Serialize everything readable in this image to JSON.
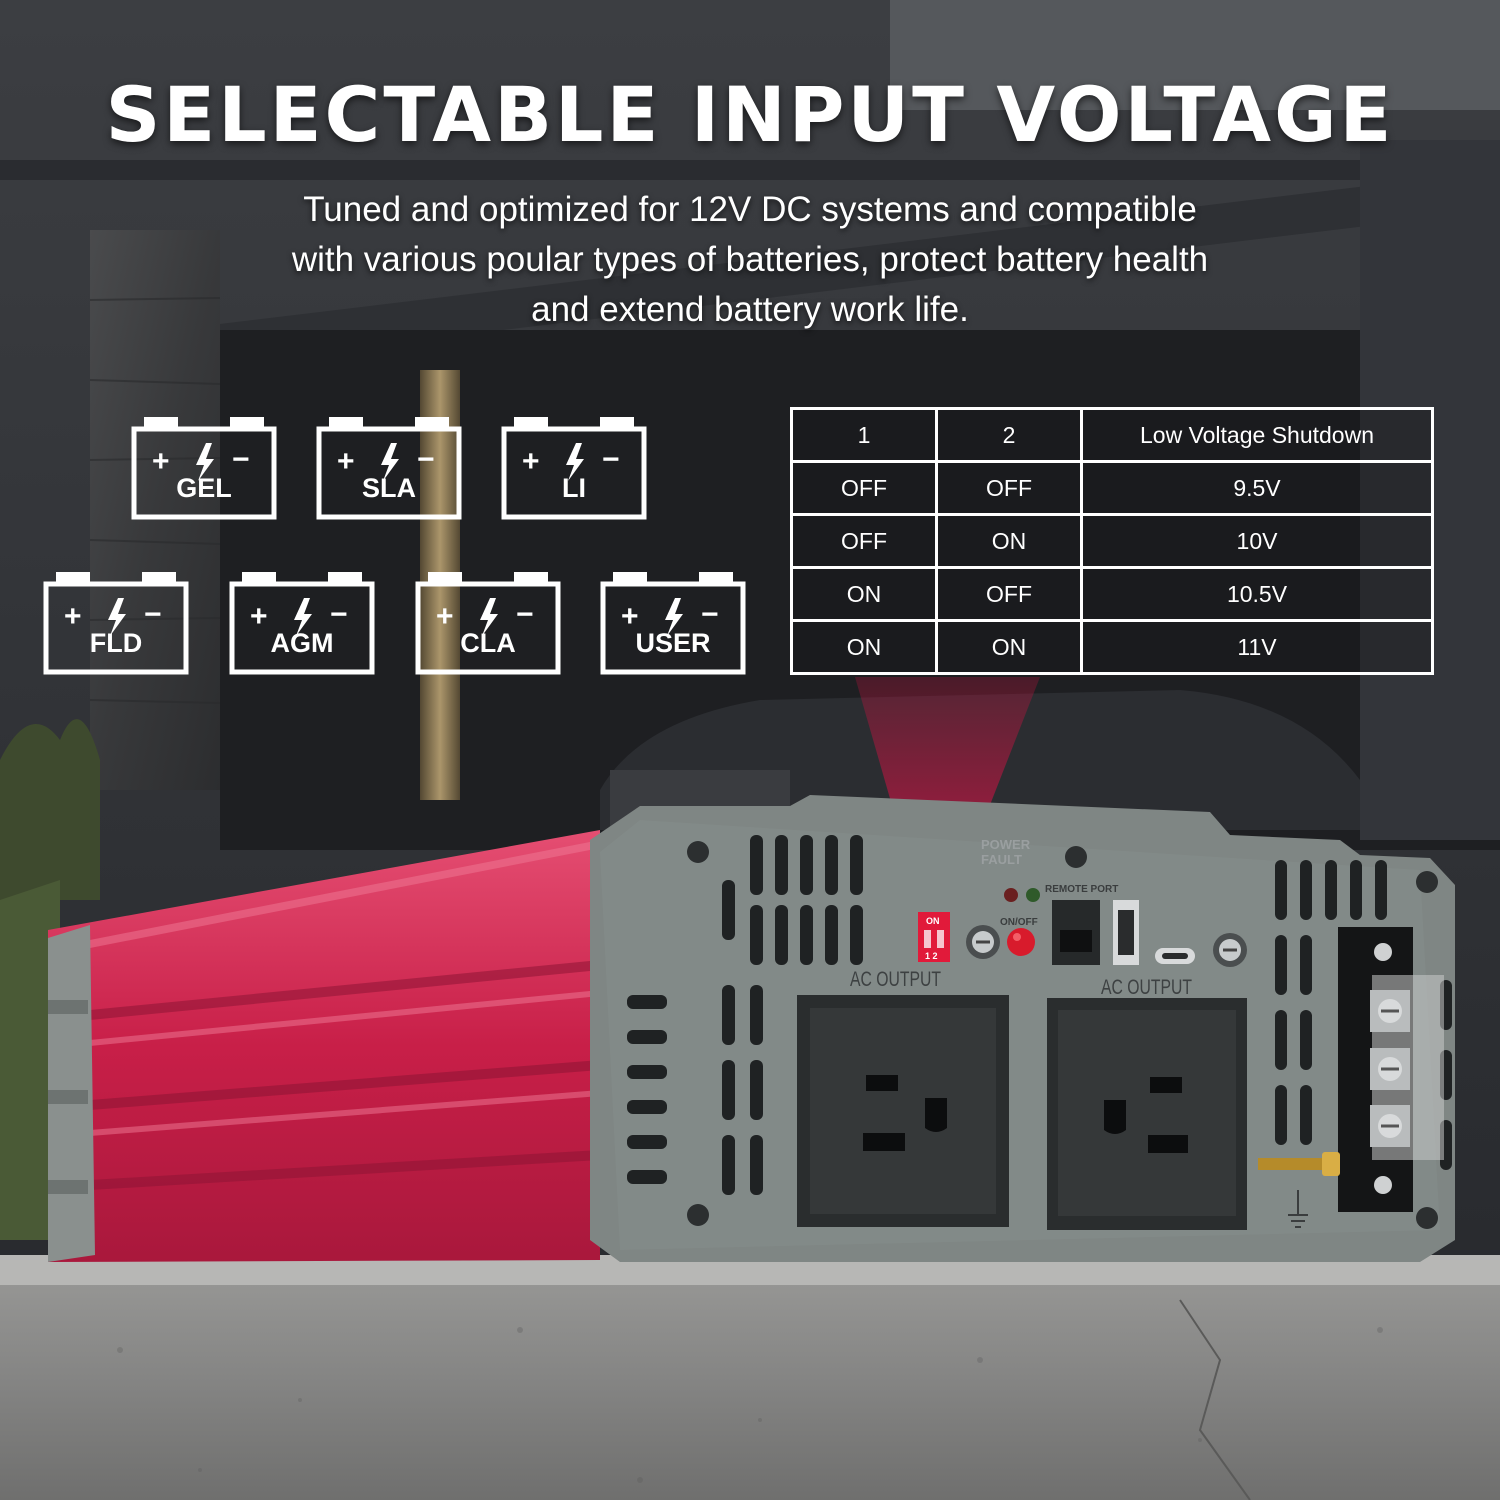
{
  "headline": "SELECTABLE INPUT VOLTAGE",
  "subtext": [
    "Tuned and optimized for 12V DC systems and compatible",
    "with various poular types of batteries, protect battery health",
    "and extend battery work life."
  ],
  "battery_types": [
    "GEL",
    "SLA",
    "LI",
    "FLD",
    "AGM",
    "CLA",
    "USER"
  ],
  "battery_symbols": {
    "plus": "+",
    "minus": "−"
  },
  "table": {
    "headers": [
      "1",
      "2",
      "Low Voltage Shutdown"
    ],
    "rows": [
      [
        "OFF",
        "OFF",
        "9.5V"
      ],
      [
        "OFF",
        "ON",
        "10V"
      ],
      [
        "ON",
        "OFF",
        "10.5V"
      ],
      [
        "ON",
        "ON",
        "11V"
      ]
    ]
  },
  "device": {
    "power_label": "POWER",
    "fault_label": "FAULT",
    "remote_port_label": "REMOTE PORT",
    "on_off_label": "ON/OFF",
    "dip_on_label": "ON",
    "dip_numbers": "1 2",
    "ac_output_label": "AC OUTPUT"
  },
  "colors": {
    "body_red": "#d42a52",
    "panel_gray": "#7f8684",
    "accent_pink": "#c8103c",
    "text_white": "#ffffff"
  },
  "icons": [
    "battery-icon",
    "bolt-icon",
    "ac-outlet-icon",
    "usb-port-icon",
    "usb-c-port-icon",
    "rj11-port-icon",
    "ground-icon",
    "terminal-block-icon"
  ]
}
